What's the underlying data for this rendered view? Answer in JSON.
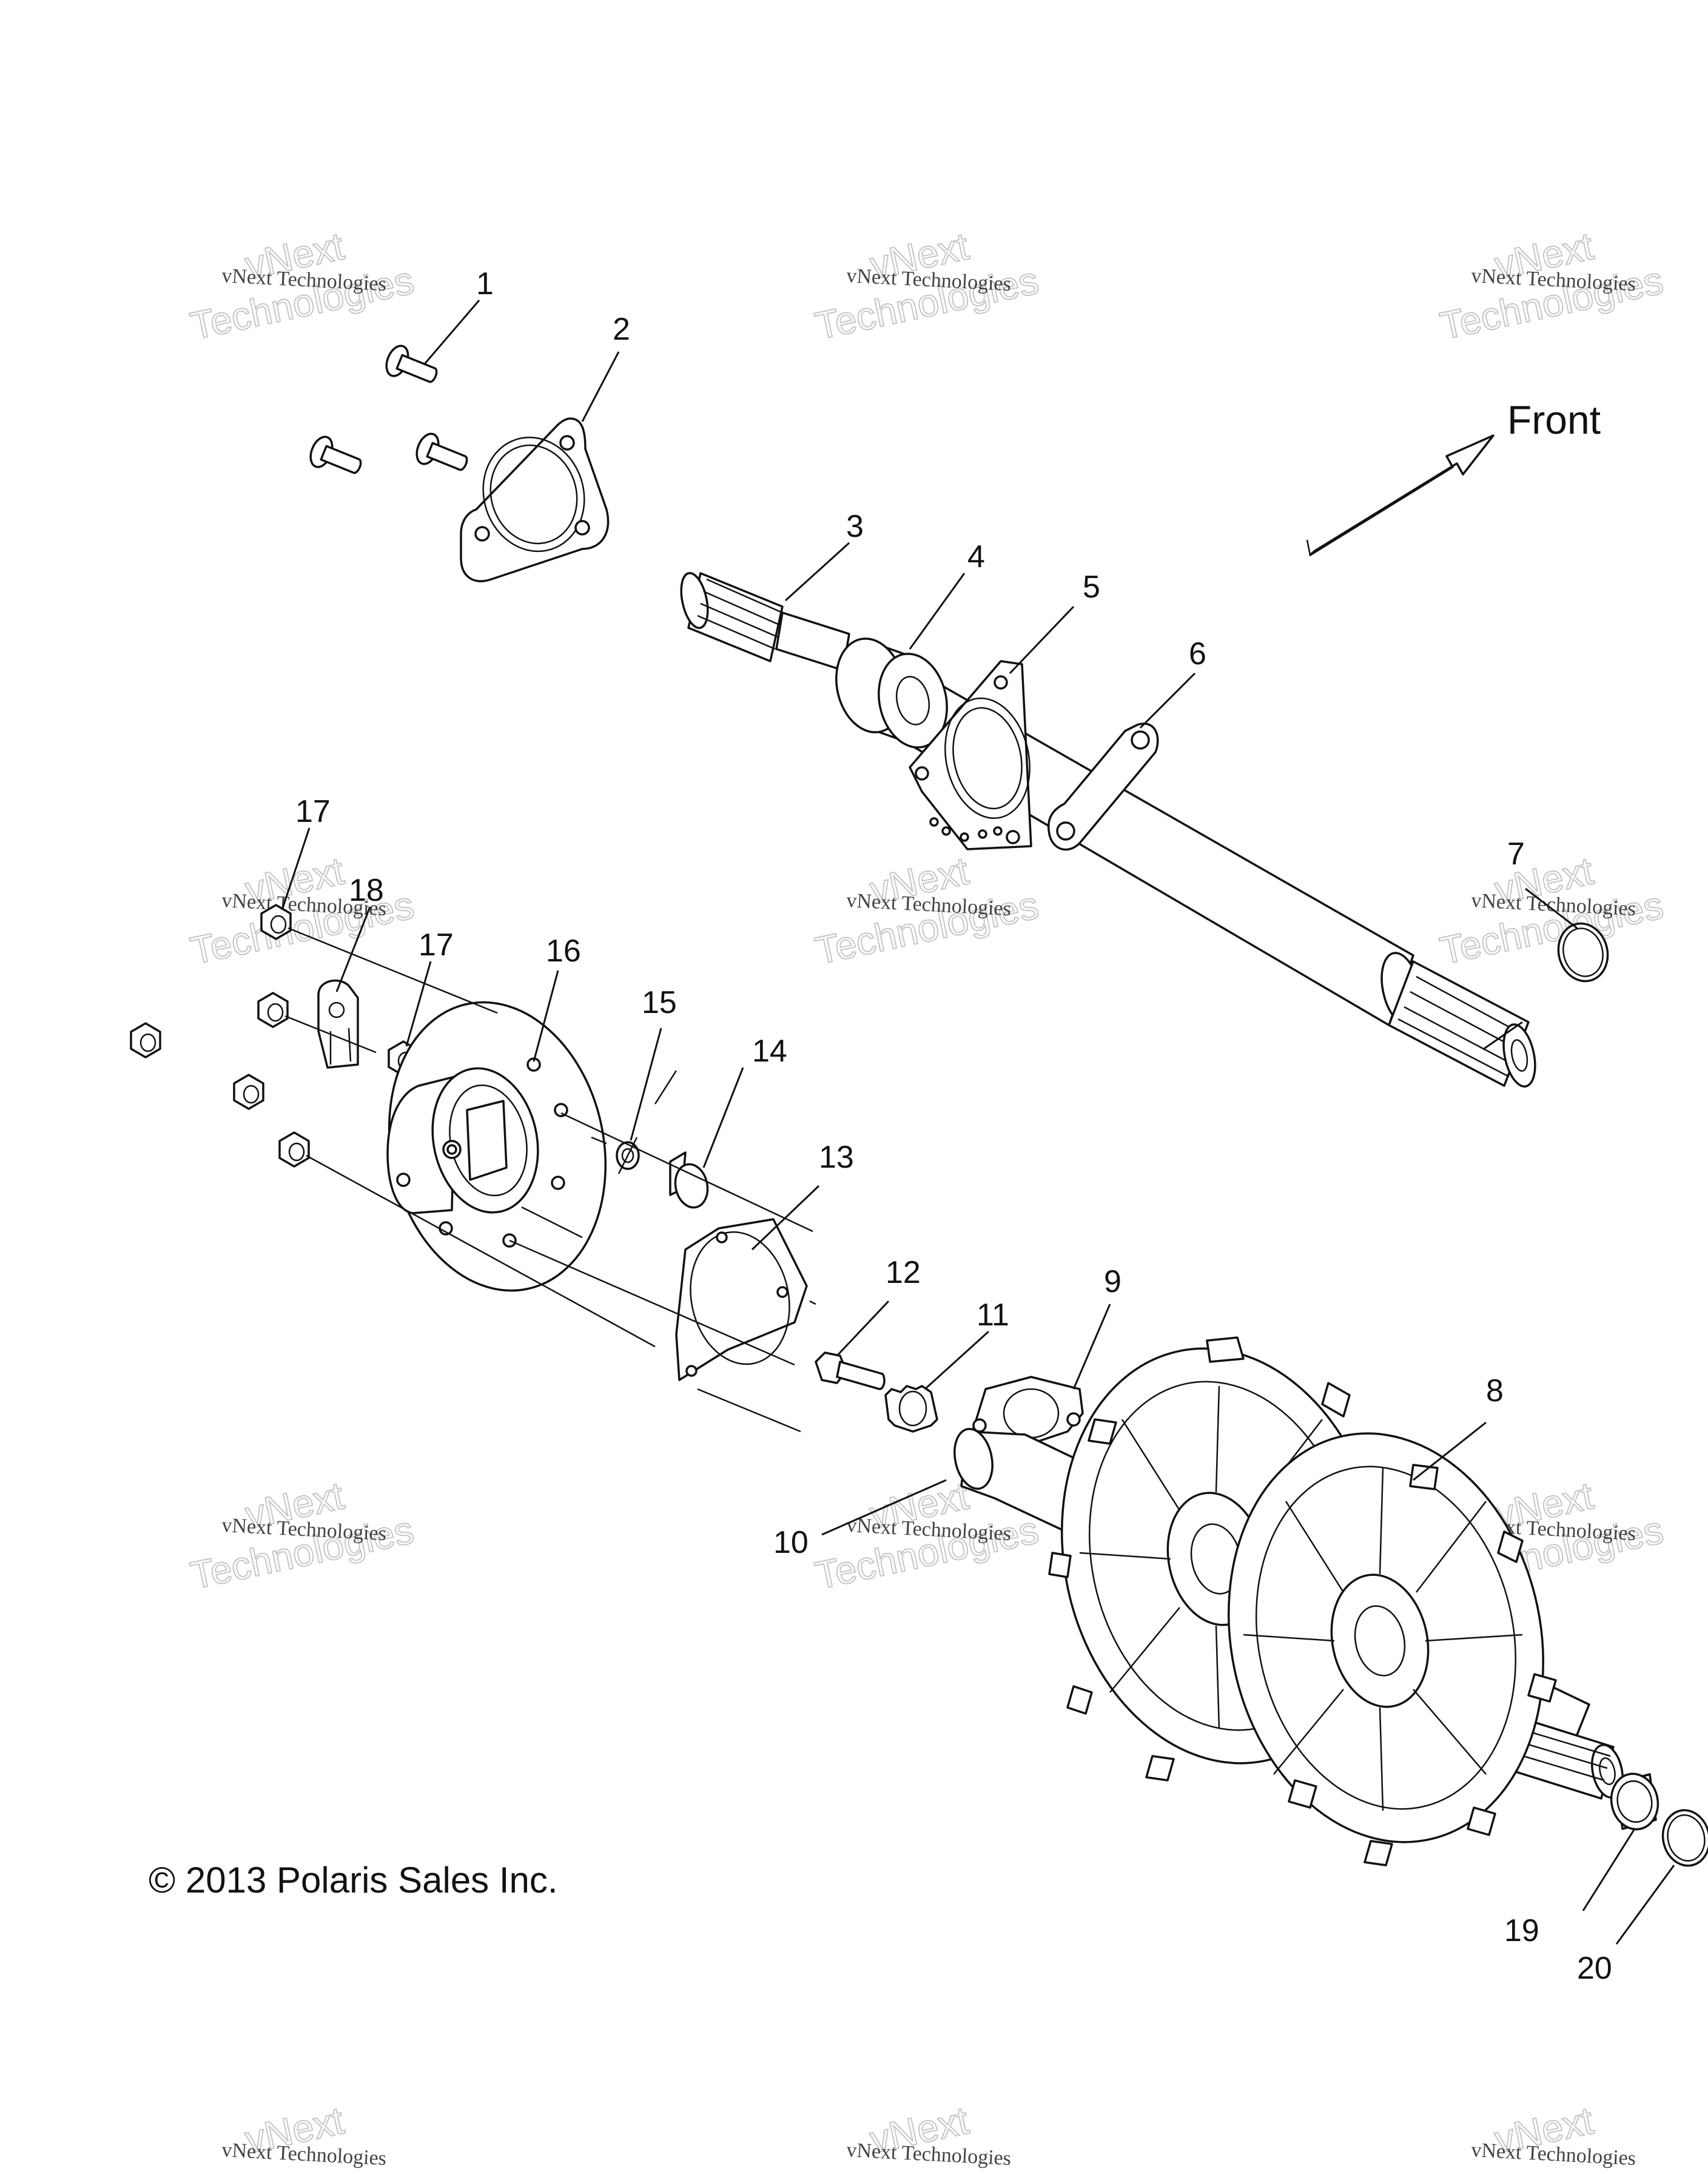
{
  "diagram": {
    "front_label": "Front",
    "copyright": "© 2013 Polaris Sales Inc.",
    "watermark": {
      "line1": "vNext Technologies",
      "line2": "vNext",
      "line3": "Technologies"
    },
    "callouts": [
      "1",
      "2",
      "3",
      "4",
      "5",
      "6",
      "7",
      "8",
      "9",
      "10",
      "11",
      "12",
      "13",
      "14",
      "15",
      "16",
      "17",
      "18",
      "17",
      "19",
      "20"
    ]
  }
}
